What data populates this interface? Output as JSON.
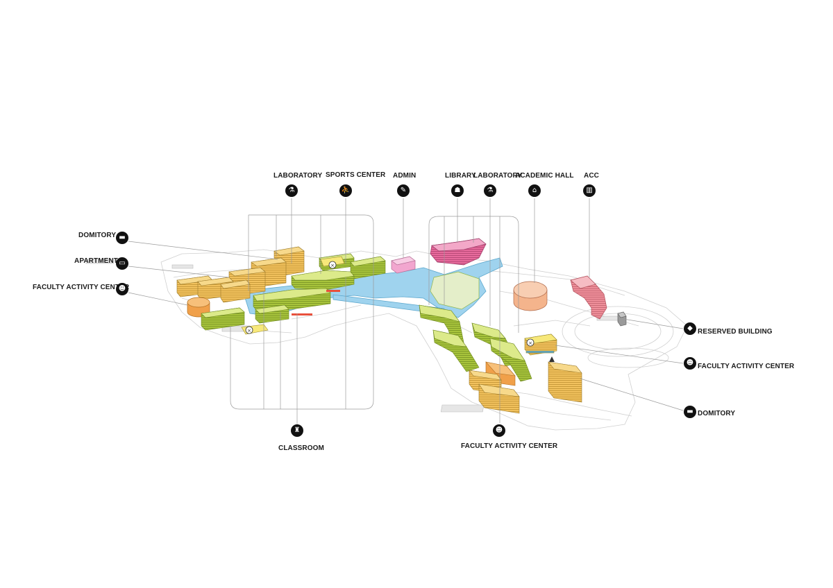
{
  "labels": {
    "laboratory_top": "LABORATORY",
    "sports_center": "SPORTS CENTER",
    "admin": "ADMIN",
    "library": "LIBRARY",
    "laboratory_right": "LABORATORY",
    "academic_hall": "ACADEMIC HALL",
    "acc": "ACC",
    "domitory_left": "DOMITORY",
    "apartment": "APARTMENT",
    "faculty_center_left": "FACULTY ACTIVITY CENTER",
    "reserved_building": "RESERVED BUILDING",
    "faculty_center_right": "FACULTY ACTIVITY CENTER",
    "domitory_right": "DOMITORY",
    "classroom": "CLASSROOM",
    "faculty_center_bottom": "FACULTY ACTIVITY CENTER"
  },
  "icons": {
    "laboratory": "microscope-icon",
    "sports": "runner-icon",
    "admin": "desk-person-icon",
    "library": "reader-icon",
    "academic_hall": "hall-icon",
    "acc": "book-icon",
    "domitory": "bed-icon",
    "apartment": "sofa-icon",
    "faculty_center": "group-icon",
    "reserved": "cube-icon",
    "classroom": "classroom-icon"
  },
  "colors": {
    "classroom": "#c8dc5a",
    "dormitory": "#f2c25e",
    "faculty_center": "#f0a04a",
    "library": "#e777a8",
    "admin": "#f2a6cf",
    "academic_hall": "#f4b48c",
    "acc": "#ef8f9a",
    "corridor": "#9fd3ee",
    "reserved": "#9a9a9a"
  }
}
